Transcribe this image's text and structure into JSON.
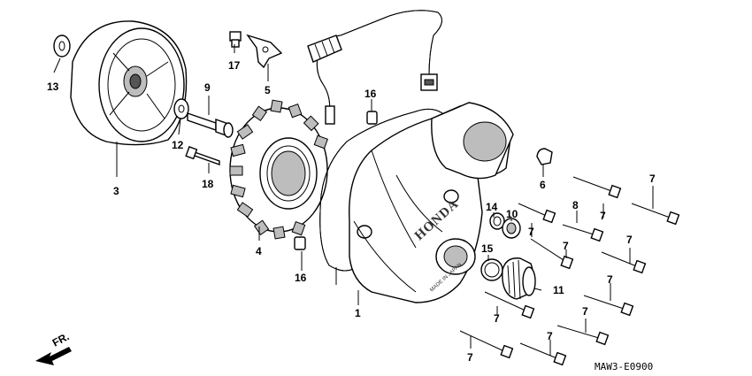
{
  "labels": {
    "p1": "1",
    "p3": "3",
    "p4": "4",
    "p5": "5",
    "p6": "6",
    "p7a": "7",
    "p7b": "7",
    "p7c": "7",
    "p7d": "7",
    "p7e": "7",
    "p7f": "7",
    "p7g": "7",
    "p7h": "7",
    "p7i": "7",
    "p8": "8",
    "p9": "9",
    "p10": "10",
    "p11": "11",
    "p12": "12",
    "p13": "13",
    "p14": "14",
    "p15": "15",
    "p16a": "16",
    "p16b": "16",
    "p17": "17",
    "p18": "18"
  },
  "cover_text": {
    "brand": "HONDA",
    "origin": "MADE IN JAPAN"
  },
  "direction_label": "FR.",
  "diagram_code": "MAW3-E0900"
}
